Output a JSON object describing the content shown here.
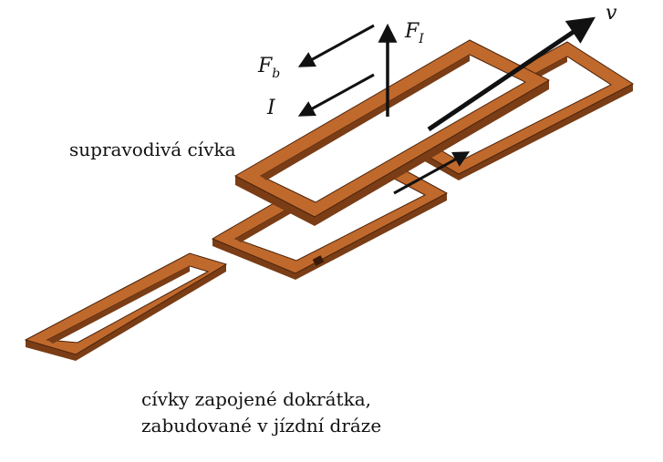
{
  "diagram": {
    "labels": {
      "velocity": "v",
      "lift_force_main": "F",
      "lift_force_sub": "I",
      "brake_force_main": "F",
      "brake_force_sub": "b",
      "current": "I",
      "superconducting_coil": "supravodivá cívka",
      "track_coils_line1": "cívky zapojené dokrátka,",
      "track_coils_line2": "zabudované v jízdní dráze"
    },
    "colors": {
      "coil_top": "#c0692c",
      "coil_side": "#7a3d16",
      "coil_edge": "#4a230c",
      "arrow": "#111111",
      "text": "#111111",
      "background": "#ffffff"
    }
  }
}
